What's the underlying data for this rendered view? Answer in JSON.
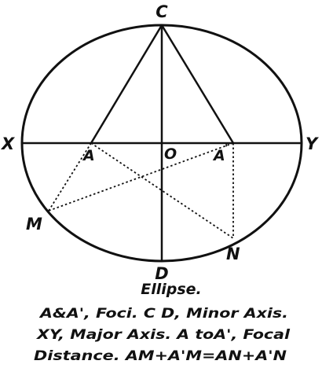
{
  "points": {
    "C": "C",
    "D": "D",
    "X": "X",
    "Y": "Y",
    "O": "O",
    "A_left": "A",
    "A_right": "A",
    "M": "M",
    "N": "N"
  },
  "caption": {
    "title": "Ellipse.",
    "line1": "A&A', Foci. C D, Minor Axis.",
    "line2": "XY, Major Axis. A toA', Focal",
    "line3": "Distance. AM+A'M=AN+A'N"
  }
}
